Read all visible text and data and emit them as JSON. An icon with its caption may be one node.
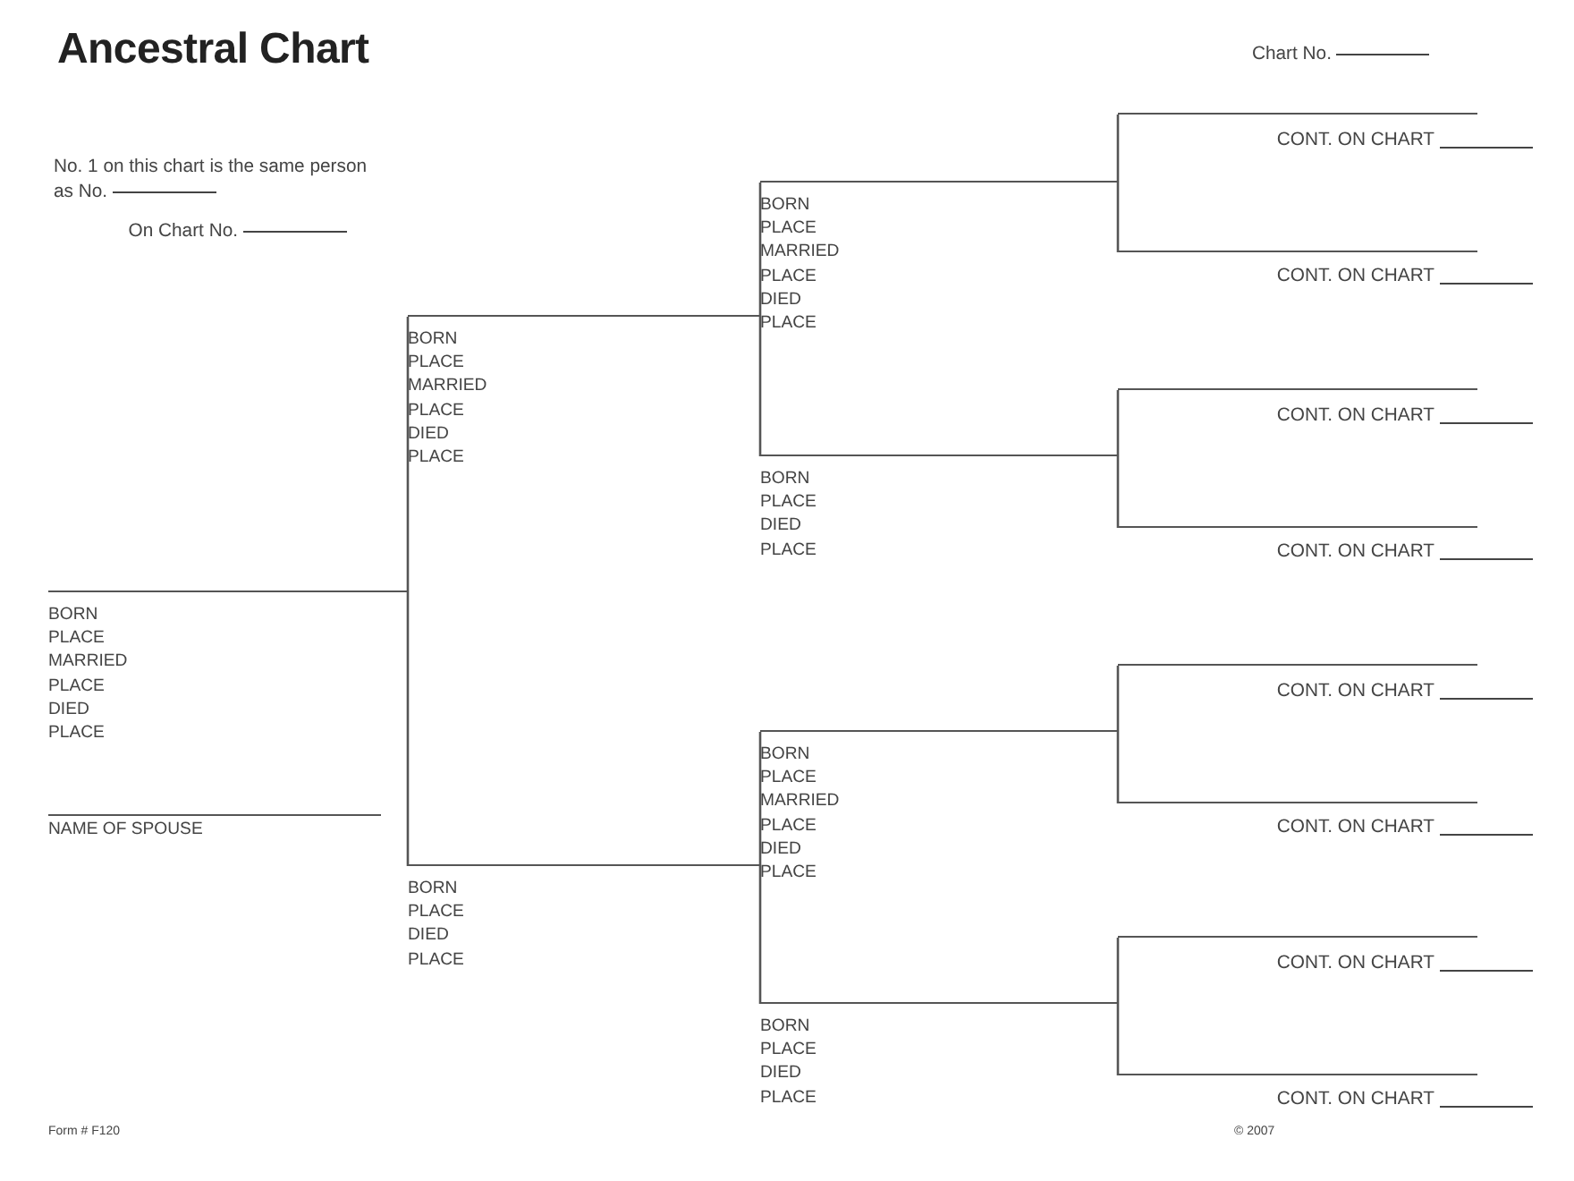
{
  "diagram": {
    "title": "Ancestral Chart",
    "nodes": [
      {
        "text": [
          "BORN",
          "PLACE",
          "MARRIED",
          "PLACE",
          "DIED",
          "PLACE"
        ]
      },
      {
        "text": [
          "BORN",
          "PLACE",
          "MARRIED",
          "PLACE",
          "DIED",
          "PLACE"
        ]
      },
      {
        "text": [
          "BORN",
          "PLACE",
          "DIED",
          "PLACE"
        ]
      },
      {
        "text": [
          "BORN",
          "PLACE",
          "MARRIED",
          "PLACE",
          "DIED",
          "PLACE"
        ]
      },
      {
        "text": [
          "BORN",
          "PLACE",
          "DIED",
          "PLACE"
        ]
      },
      {
        "text": [
          "BORN",
          "PLACE",
          "MARRIED",
          "PLACE",
          "DIED",
          "PLACE"
        ]
      },
      {
        "text": [
          "BORN",
          "PLACE",
          "DIED",
          "PLACE"
        ]
      },
      {
        "text": [
          "CONT. ON CHART"
        ]
      },
      {
        "text": [
          "CONT. ON CHART"
        ]
      },
      {
        "text": [
          "CONT. ON CHART"
        ]
      },
      {
        "text": [
          "CONT. ON CHART"
        ]
      },
      {
        "text": [
          "CONT. ON CHART"
        ]
      },
      {
        "text": [
          "CONT. ON CHART"
        ]
      },
      {
        "text": [
          "CONT. ON CHART"
        ]
      },
      {
        "text": [
          "CONT. ON CHART"
        ]
      }
    ],
    "edges": [
      {
        "from": 0,
        "to": 1,
        "arrow": "none"
      },
      {
        "from": 0,
        "to": 2,
        "arrow": "none"
      },
      {
        "from": 1,
        "to": 3,
        "arrow": "none"
      },
      {
        "from": 1,
        "to": 4,
        "arrow": "none"
      },
      {
        "from": 2,
        "to": 5,
        "arrow": "none"
      },
      {
        "from": 2,
        "to": 6,
        "arrow": "none"
      },
      {
        "from": 3,
        "to": 7,
        "arrow": "none"
      },
      {
        "from": 3,
        "to": 8,
        "arrow": "none"
      },
      {
        "from": 4,
        "to": 9,
        "arrow": "none"
      },
      {
        "from": 4,
        "to": 10,
        "arrow": "none"
      },
      {
        "from": 5,
        "to": 11,
        "arrow": "none"
      },
      {
        "from": 5,
        "to": 12,
        "arrow": "none"
      },
      {
        "from": 6,
        "to": 13,
        "arrow": "none"
      },
      {
        "from": 6,
        "to": 14,
        "arrow": "none"
      }
    ],
    "labels": [
      "Chart No.",
      "No. 1 on this chart is the same person as No.",
      "On Chart No.",
      "NAME OF SPOUSE",
      "Form # F120",
      "© 2007"
    ]
  }
}
